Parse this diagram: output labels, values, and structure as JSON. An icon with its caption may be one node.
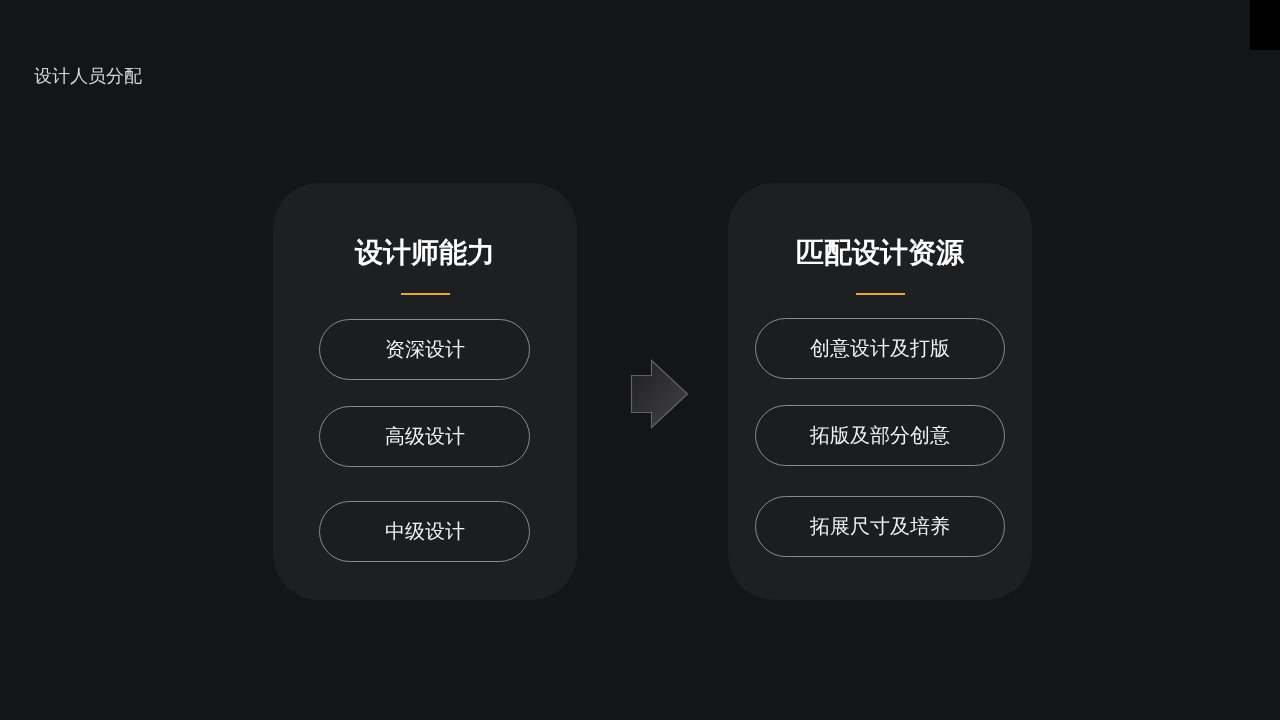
{
  "diagram": {
    "title": "设计人员分配",
    "nodes": [
      {
        "text": [
          "设计师能力"
        ]
      },
      {
        "text": [
          "资深设计"
        ],
        "in": 0
      },
      {
        "text": [
          "高级设计"
        ],
        "in": 0
      },
      {
        "text": [
          "中级设计"
        ],
        "in": 0
      },
      {
        "text": [
          "匹配设计资源"
        ]
      },
      {
        "text": [
          "创意设计及打版"
        ],
        "in": 4
      },
      {
        "text": [
          "拓版及部分创意"
        ],
        "in": 4
      },
      {
        "text": [
          "拓展尺寸及培养"
        ],
        "in": 4
      }
    ],
    "edges": [
      {
        "from": 0,
        "to": 4,
        "arrow": "to"
      }
    ]
  }
}
